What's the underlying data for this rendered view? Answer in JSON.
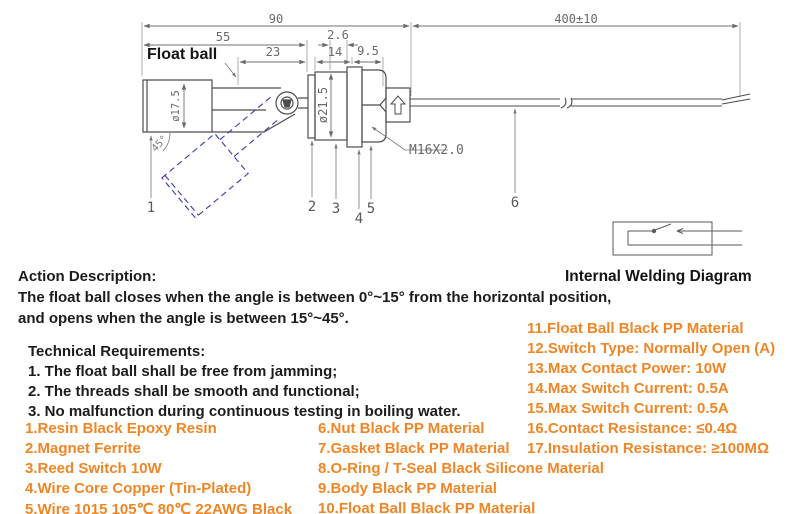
{
  "drawing": {
    "float_ball_label": "Float ball",
    "dims": {
      "d90": "90",
      "d400": "400±10",
      "d55": "55",
      "d26": "2.6",
      "d23": "23",
      "d14": "14",
      "d95": "9.5",
      "dia175": "ø17.5",
      "dia215": "ø21.5",
      "thread": "M16X2.0",
      "angle": "45°"
    },
    "callouts": [
      "1",
      "2",
      "3",
      "4",
      "5",
      "6"
    ]
  },
  "welding": {
    "title": "Internal Welding Diagram"
  },
  "action": {
    "title": "Action Description:",
    "line1": "The float ball closes when the angle is between 0°~15° from the horizontal position,",
    "line2": "and opens when the angle is between 15°~45°."
  },
  "technical": {
    "title": "Technical Requirements:",
    "items": [
      "1. The float ball shall be free from jamming;",
      "2. The threads shall be smooth and functional;",
      "3. No malfunction during continuous testing in boiling water."
    ]
  },
  "materials": {
    "col1": [
      "1.Resin Black Epoxy Resin",
      "2.Magnet Ferrite",
      "3.Reed Switch 10W",
      "4.Wire Core Copper (Tin-Plated)",
      "5.Wire 1015 105℃ 80℃ 22AWG Black"
    ],
    "col2": [
      "6.Nut Black PP Material",
      "7.Gasket Black PP Material",
      "8.O-Ring / T-Seal Black Silicone Material",
      "9.Body Black PP Material",
      "10.Float Ball Black PP Material"
    ],
    "col3": [
      "11.Float Ball Black PP Material",
      "12.Switch Type: Normally Open (A)",
      "13.Max Contact Power: 10W",
      "14.Max Switch Current: 0.5A",
      "15.Max Switch Current: 0.5A",
      "16.Contact Resistance: ≤0.4Ω",
      "17.Insulation Resistance: ≥100MΩ"
    ]
  },
  "colors": {
    "accent": "#ef8626",
    "line_gray": "#4d4d4d",
    "phantom_blue": "#3a3ab0"
  }
}
